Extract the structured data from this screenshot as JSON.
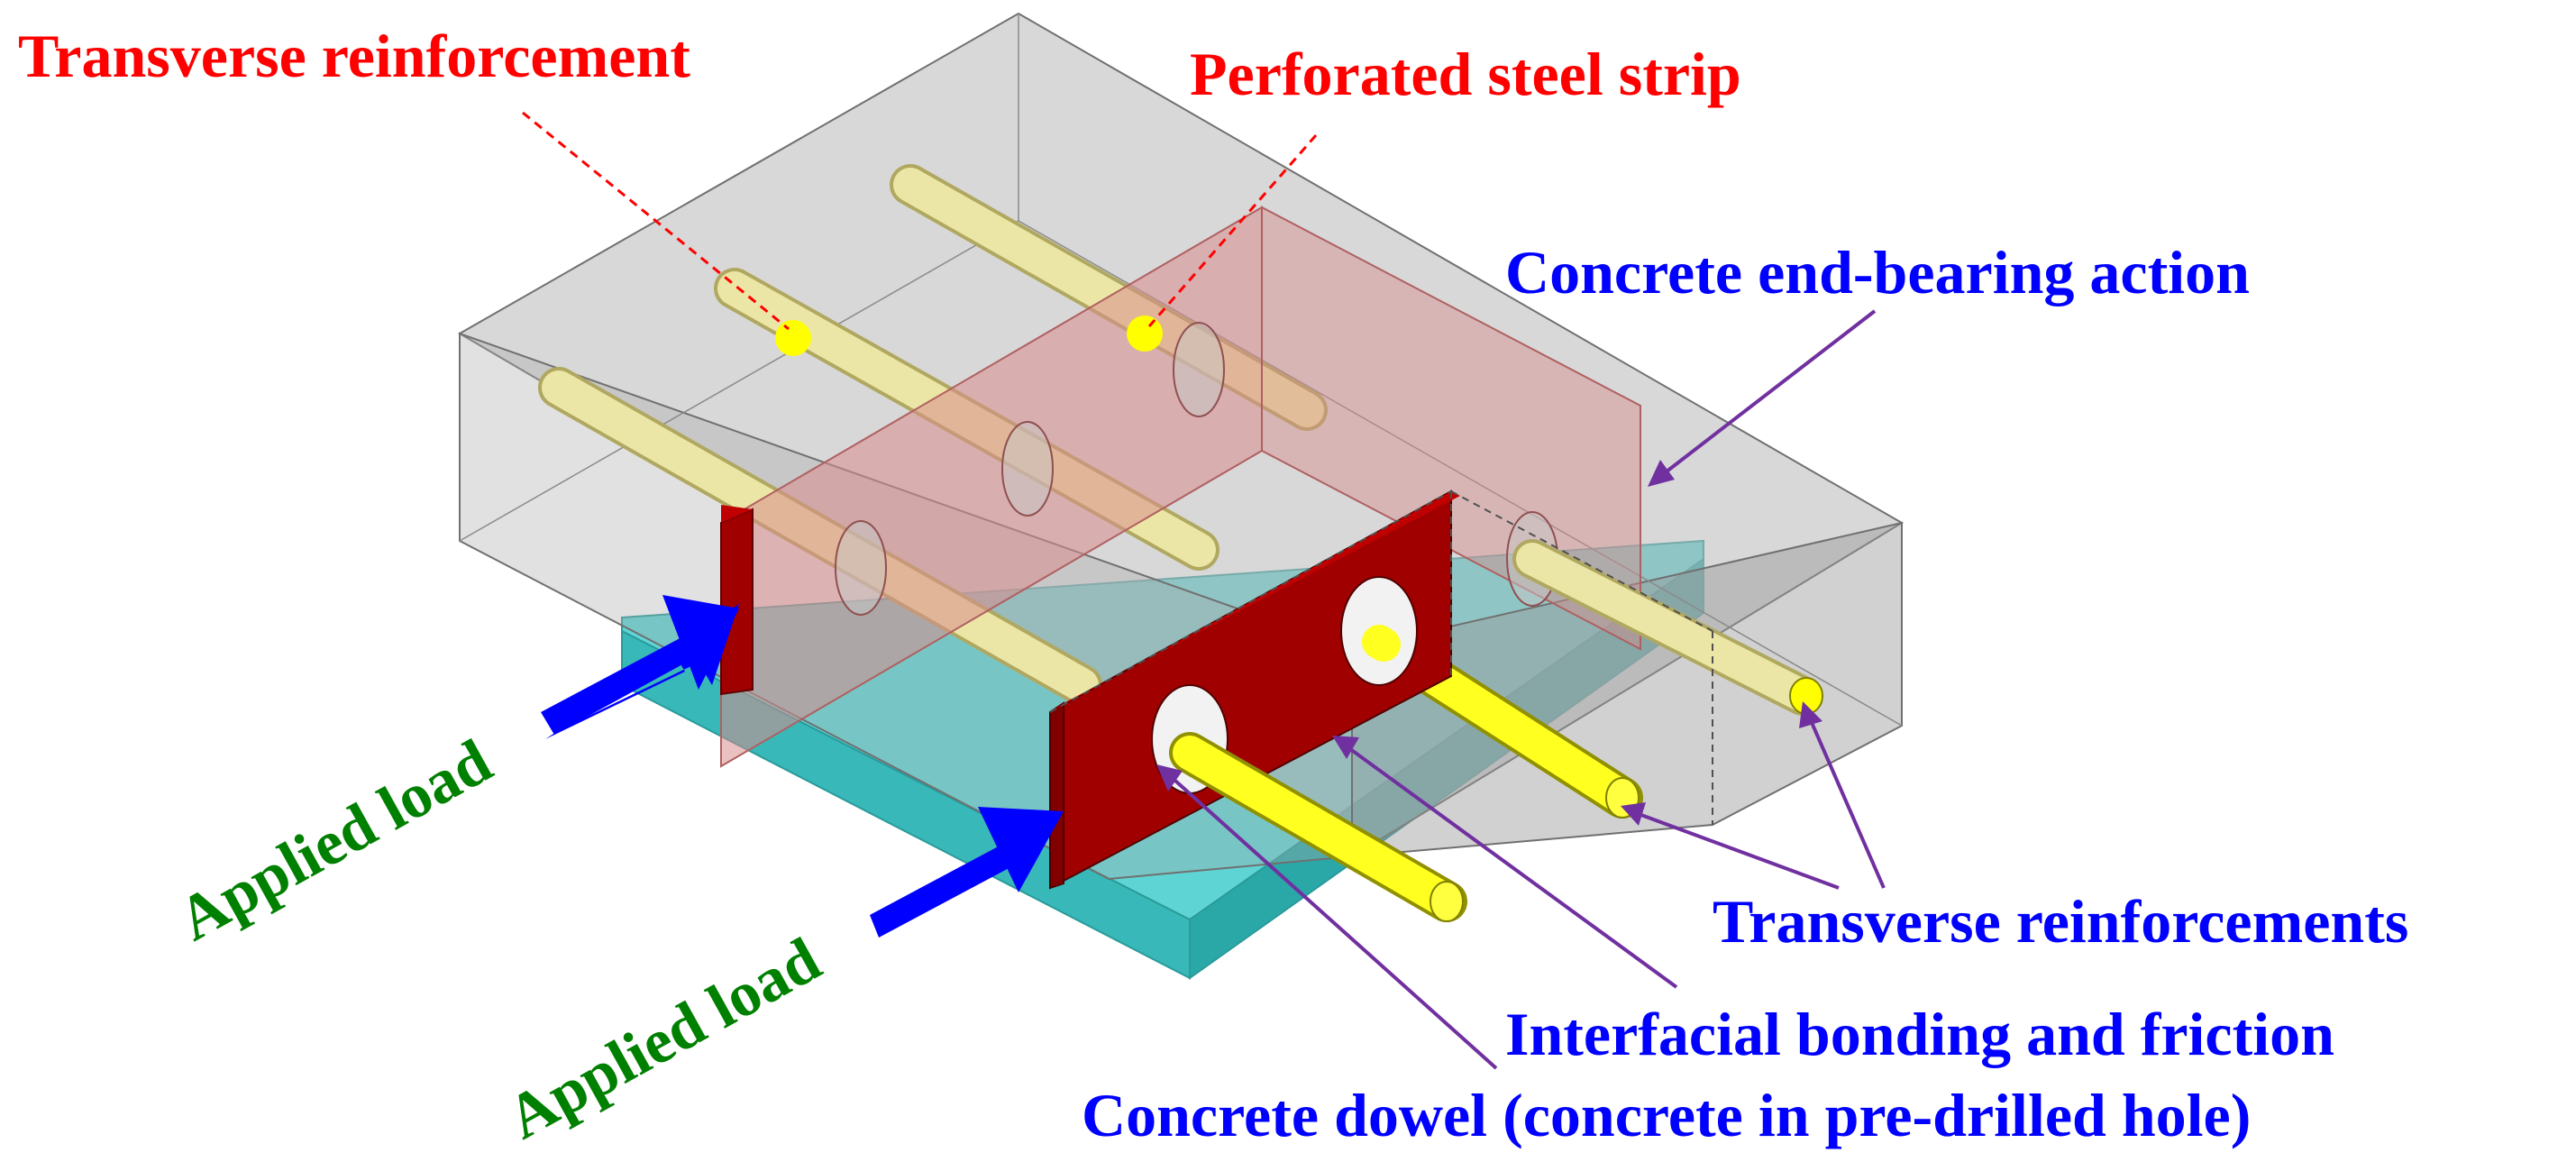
{
  "labels": {
    "transverse_reinforcement": "Transverse reinforcement",
    "perforated_steel_strip": "Perforated steel strip",
    "concrete_end_bearing": "Concrete end-bearing action",
    "transverse_reinforcements": "Transverse reinforcements",
    "interfacial_bonding": "Interfacial bonding and friction",
    "concrete_dowel": "Concrete dowel (concrete in pre-drilled hole)",
    "applied_load_1": "Applied load",
    "applied_load_2": "Applied load"
  },
  "colors": {
    "red_label": "#ff0000",
    "blue_label": "#0000ff",
    "green_label": "#008000",
    "leader_purple": "#7030a0",
    "concrete_block": "#c8c8c8",
    "base_plate": "#40c8c8",
    "steel_strip_front": "#a00000",
    "steel_strip_transparent": "#d9a0a0",
    "rebar_embedded": "#e8e4a0",
    "rebar_exposed": "#ffff00",
    "load_arrow": "#0000ff",
    "marker_dot": "#ffff00"
  }
}
